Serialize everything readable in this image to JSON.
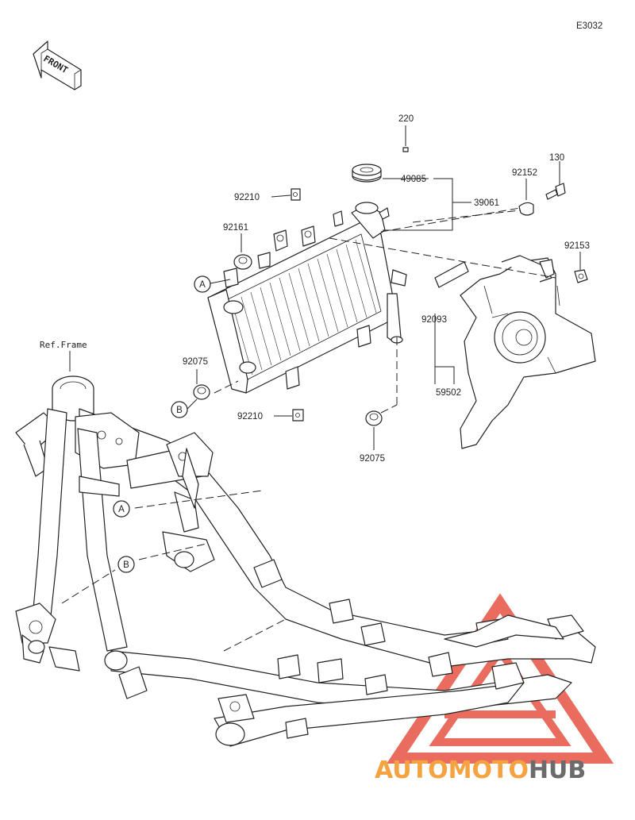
{
  "diagram_code": "E3032",
  "front_arrow_label": "FRONT",
  "ref_frame_label": "Ref.Frame",
  "callouts": {
    "a_top": "A",
    "b_top": "B",
    "a_frame": "A",
    "b_frame": "B"
  },
  "parts": {
    "p220": "220",
    "p49085": "49085",
    "p39061": "39061",
    "p92210_top": "92210",
    "p92161": "92161",
    "p92152": "92152",
    "p130": "130",
    "p92153": "92153",
    "p92093": "92093",
    "p59502": "59502",
    "p92075_left": "92075",
    "p92210_bottom": "92210",
    "p92075_right": "92075"
  },
  "watermark": {
    "part1": "AUTOMOTO",
    "part2": "HUB",
    "color_primary": "#f4a340",
    "color_secondary": "#6b6b6b",
    "triangle_color": "#e23b2a"
  }
}
